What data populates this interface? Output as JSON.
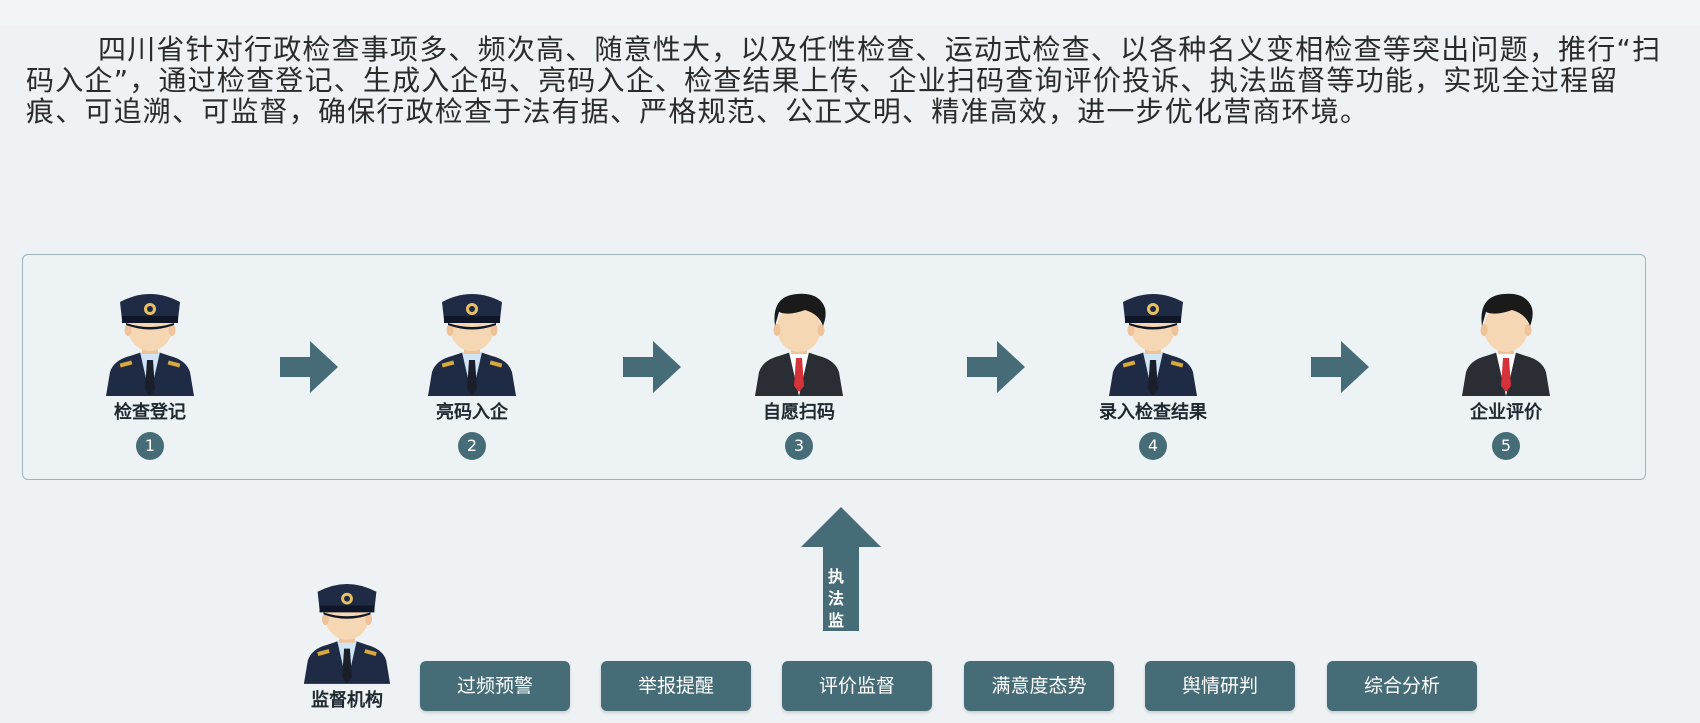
{
  "intro_text": "四川省针对行政检查事项多、频次高、随意性大，以及任性检查、运动式检查、以各种名义变相检查等突出问题，推行“扫码入企”，通过检查登记、生成入企码、亮码入企、检查结果上传、企业扫码查询评价投诉、执法监督等功能，实现全过程留痕、可追溯、可监督，确保行政检查于法有据、严格规范、公正文明、精准高效，进一步优化营商环境。",
  "steps": [
    {
      "label": "检查登记",
      "number": "1",
      "figure": "police-officer-icon"
    },
    {
      "label": "亮码入企",
      "number": "2",
      "figure": "police-officer-icon"
    },
    {
      "label": "自愿扫码",
      "number": "3",
      "figure": "businessman-icon"
    },
    {
      "label": "录入检查结果",
      "number": "4",
      "figure": "police-officer-icon"
    },
    {
      "label": "企业评价",
      "number": "5",
      "figure": "businessman-icon"
    }
  ],
  "up_arrow_text": "执法监督",
  "supervisor": {
    "label": "监督机构",
    "figure": "police-officer-icon"
  },
  "functions": [
    "过频预警",
    "举报提醒",
    "评价监督",
    "满意度态势",
    "舆情研判",
    "综合分析"
  ],
  "colors": {
    "accent": "#466c77",
    "background": "#eef2f4",
    "uniform": "#1f2b45",
    "skin": "#f6d7b4"
  }
}
